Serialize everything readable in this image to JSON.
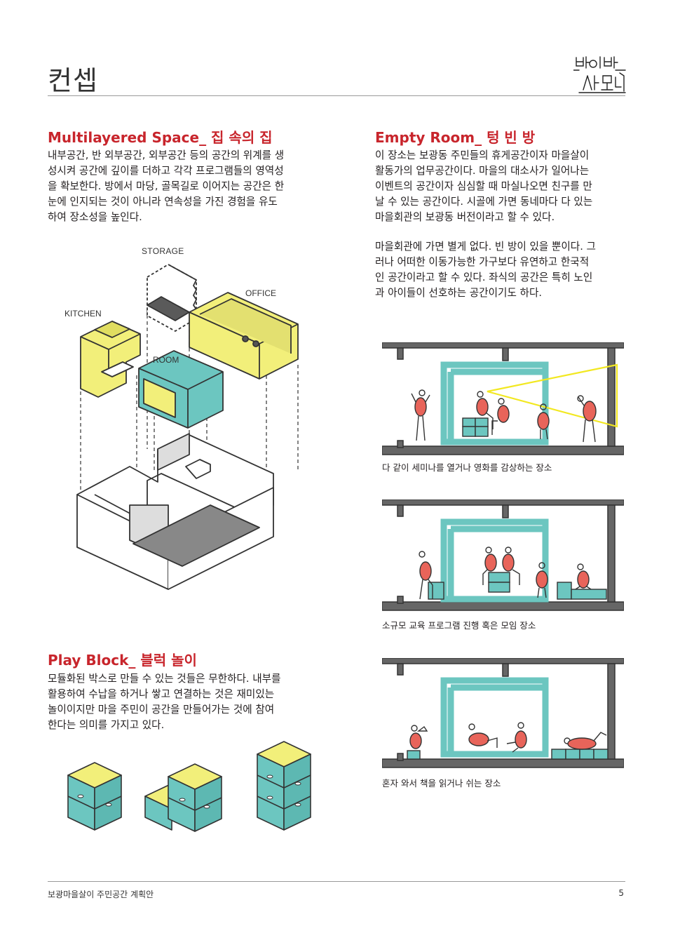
{
  "header": {
    "title": "컨셉",
    "logo_text": "별일별사무소"
  },
  "left": {
    "section1": {
      "heading": "Multilayered Space_ 집 속의 집",
      "lines": [
        "내부공간, 반 외부공간, 외부공간 등의 공간의 위계를 생",
        "성시켜 공간에 깊이를 더하고 각각 프로그램들의 영역성",
        "을 확보한다. 방에서 마당, 골목길로 이어지는 공간은 한",
        "눈에 인지되는 것이 아니라 연속성을 가진 경험을 유도",
        "하여 장소성을 높인다."
      ],
      "diagram": {
        "storage": "STORAGE",
        "office": "OFFICE",
        "kitchen": "KITCHEN",
        "room": "ROOM"
      }
    },
    "section2": {
      "heading": "Play Block_ 블럭 놀이",
      "lines": [
        "모듈화된 박스로 만들 수 있는 것들은 무한하다. 내부를",
        "활용하여 수납을 하거나 쌓고 연결하는 것은 재미있는",
        "놀이이지만  마을 주민이 공간을 만들어가는 것에 참여",
        "한다는 의미를 가지고 있다."
      ]
    }
  },
  "right": {
    "heading": "Empty Room_ 텅 빈 방",
    "para1": [
      "이 장소는 보광동 주민들의 휴게공간이자 마을살이",
      "활동가의 업무공간이다. 마을의 대소사가 일어나는",
      "이벤트의 공간이자 심심할 때 마실나오면 친구를 만",
      "날 수 있는 공간이다. 시골에 가면 동네마다 다 있는",
      "마을회관의 보광동 버전이라고 할 수 있다."
    ],
    "para2": [
      "마을회관에 가면 별게 없다. 빈 방이 있을 뿐이다. 그",
      "러나 어떠한 이동가능한 가구보다 유연하고 한국적",
      "인 공간이라고 할 수 있다. 좌식의 공간은 특히 노인",
      "과 아이들이 선호하는 공간이기도 하다."
    ],
    "captions": [
      "다 같이 세미나를 열거나 영화를 감상하는 장소",
      "소규모 교육 프로그램 진행 혹은 모임 장소",
      "혼자 와서 책을 읽거나 쉬는 장소"
    ]
  },
  "footer": {
    "title": "보광마을살이 주민공간 계획안",
    "page": "5"
  },
  "colors": {
    "accent_red": "#c8252c",
    "teal": "#6cc6c0",
    "yellow": "#f2ef7a",
    "figure_red": "#e8645a"
  }
}
